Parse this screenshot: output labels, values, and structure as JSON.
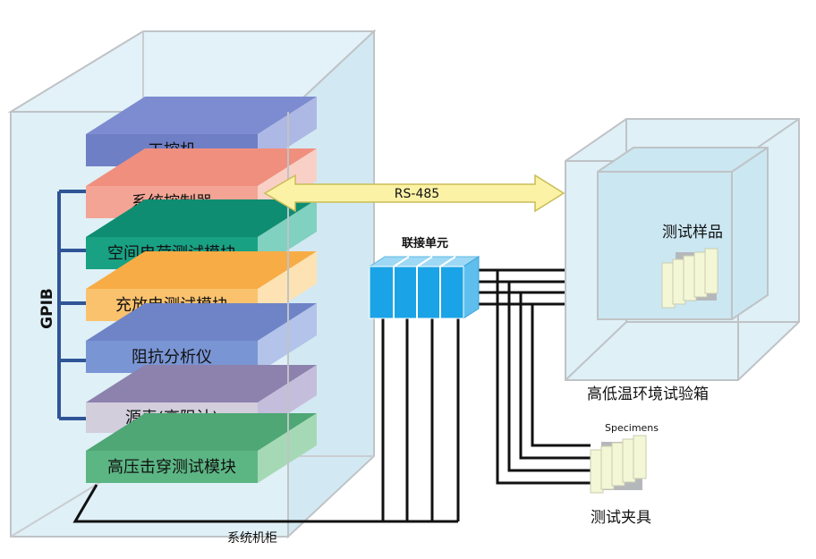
{
  "colors": {
    "cabinet_fill": "#dff0f7",
    "cabinet_edge": "#b9bcbf",
    "gpib_bus": "#2f5596",
    "arrow_fill": "#fbf2a6",
    "arrow_edge": "#c9bd56",
    "unit_face": "#1aa3e6",
    "unit_top": "#9dd8f5"
  },
  "cabinet": {
    "label": "系统机柜"
  },
  "bus": {
    "label": "GPIB"
  },
  "link": {
    "label": "RS-485"
  },
  "modules": [
    {
      "label": "工控机",
      "face": "#6f7fc6",
      "top": "#7d8cd0",
      "side": "#aeb8e4"
    },
    {
      "label": "系统控制器",
      "face": "#f3a494",
      "top": "#f08f7e",
      "side": "#f9d0c6"
    },
    {
      "label": "空间电荷测试模块",
      "face": "#19a184",
      "top": "#0e8d72",
      "side": "#80d1bf"
    },
    {
      "label": "充放电测试模块",
      "face": "#fbc26d",
      "top": "#f8ac45",
      "side": "#fde2b3"
    },
    {
      "label": "阻抗分析仪",
      "face": "#7a95d4",
      "top": "#6f84c7",
      "side": "#b3c3ea"
    },
    {
      "label": "源表(高阻计)",
      "face": "#d2cedc",
      "top": "#8c82ad",
      "side": "#c4bddb"
    },
    {
      "label": "高压击穿测试模块",
      "face": "#5cb684",
      "top": "#4ea774",
      "side": "#a5d9b5"
    }
  ],
  "connector": {
    "label": "联接单元"
  },
  "chamber": {
    "label": "高低温环境试验箱",
    "sample_label": "测试样品"
  },
  "fixture": {
    "label": "测试夹具",
    "specimens_label": "Specimens"
  }
}
